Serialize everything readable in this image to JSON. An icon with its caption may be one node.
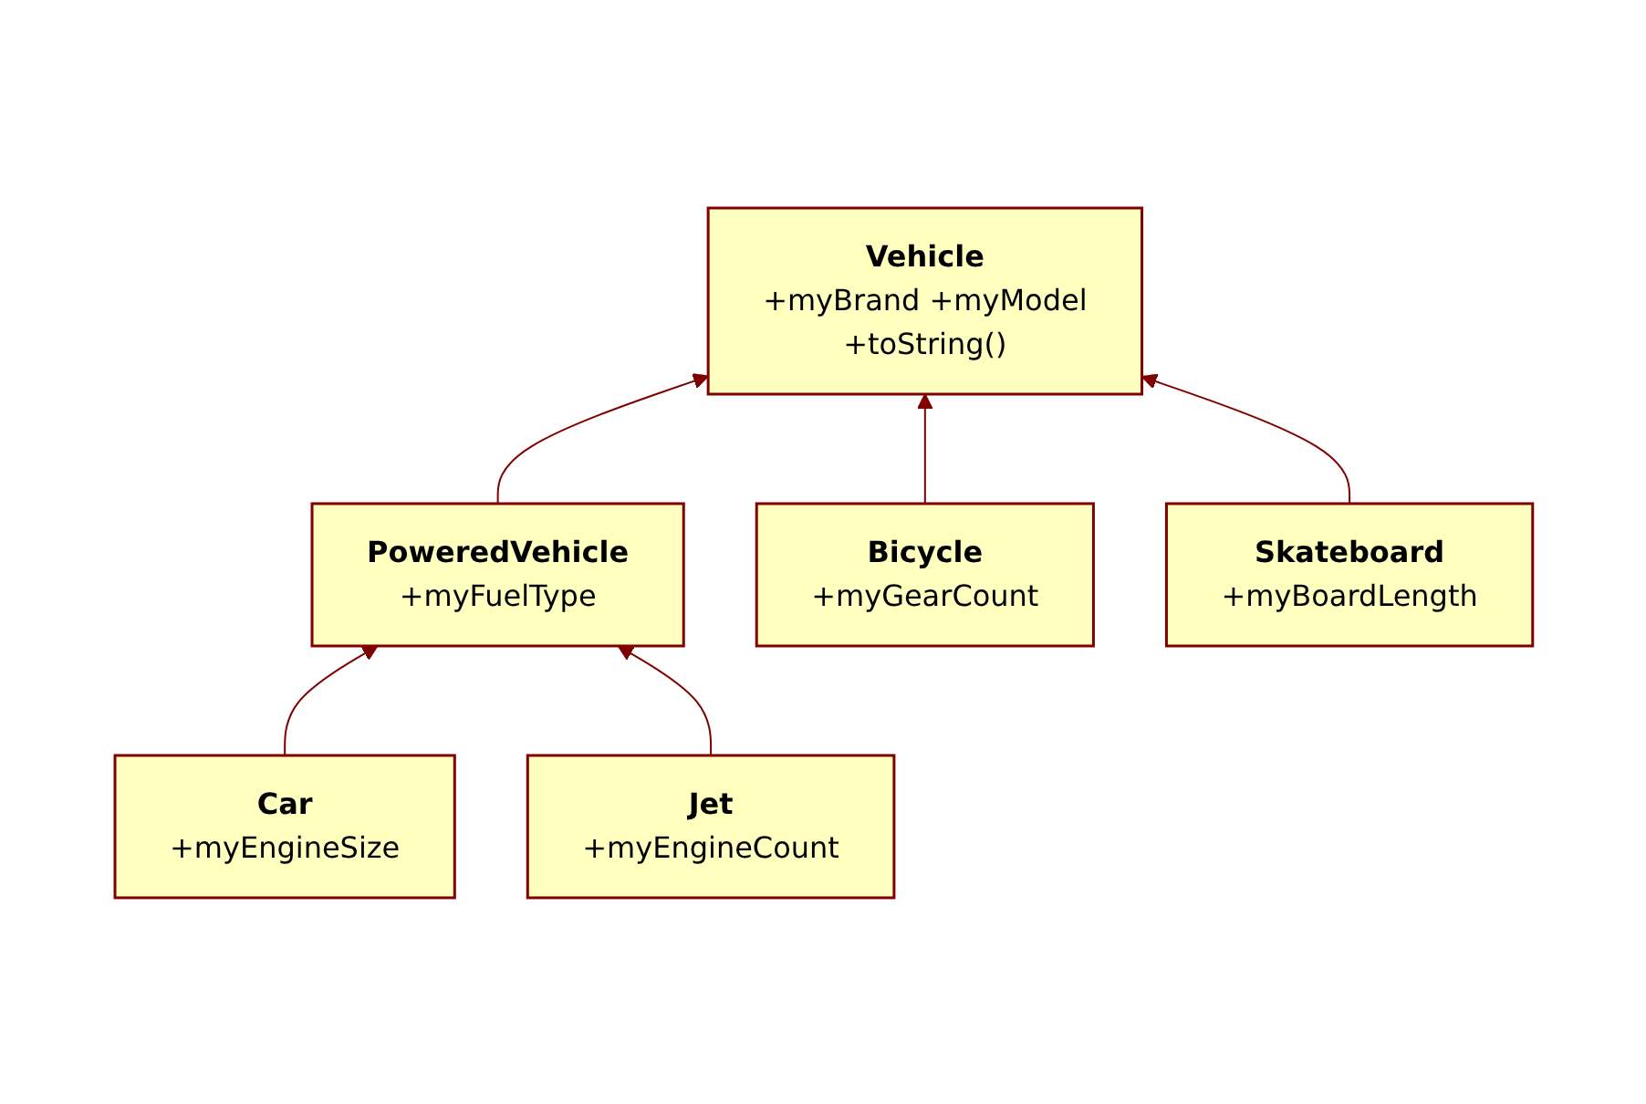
{
  "diagram": {
    "nodes": [
      {
        "text": [
          "Vehicle",
          "+myBrand +myModel",
          "+toString()"
        ]
      },
      {
        "text": [
          "PoweredVehicle",
          "+myFuelType"
        ]
      },
      {
        "text": [
          "Bicycle",
          "+myGearCount"
        ]
      },
      {
        "text": [
          "Skateboard",
          "+myBoardLength"
        ]
      },
      {
        "text": [
          "Car",
          "+myEngineSize"
        ]
      },
      {
        "text": [
          "Jet",
          "+myEngineCount"
        ]
      }
    ],
    "edges": [
      {
        "from": 1,
        "to": 0,
        "arrow": "to"
      },
      {
        "from": 2,
        "to": 0,
        "arrow": "to"
      },
      {
        "from": 3,
        "to": 0,
        "arrow": "to"
      },
      {
        "from": 4,
        "to": 1,
        "arrow": "to"
      },
      {
        "from": 5,
        "to": 1,
        "arrow": "to"
      }
    ]
  }
}
